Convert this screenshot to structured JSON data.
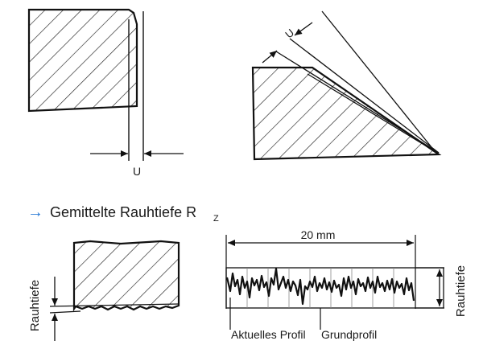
{
  "labels": {
    "u_top_left": "U",
    "u_top_right": "U",
    "heading_arrow": "→",
    "heading_text": "Gemittelte Rauhtiefe R",
    "heading_sub": "Z",
    "rauhtiefe_left": "Rauhtiefe",
    "length_20mm": "20 mm",
    "rauhtiefe_right": "Rauhtiefe",
    "aktuelles_profil": "Aktuelles Profil",
    "grundprofil": "Grundprofil"
  },
  "colors": {
    "ink": "#1a1a1a",
    "accent": "#2a7bd6",
    "paper": "#ffffff"
  }
}
